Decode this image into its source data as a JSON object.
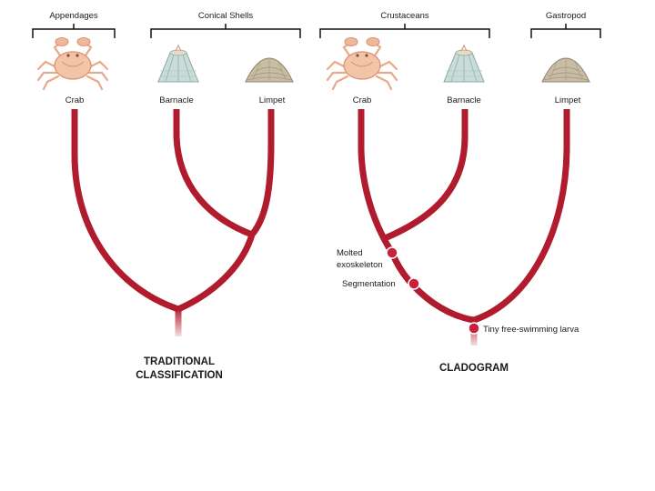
{
  "left_tree": {
    "groups": {
      "appendages": "Appendages",
      "conical_shells": "Conical Shells"
    },
    "taxa": {
      "crab": "Crab",
      "barnacle": "Barnacle",
      "limpet": "Limpet"
    },
    "title_line1": "TRADITIONAL",
    "title_line2": "CLASSIFICATION"
  },
  "right_tree": {
    "groups": {
      "crustaceans": "Crustaceans",
      "gastropod": "Gastropod"
    },
    "taxa": {
      "crab": "Crab",
      "barnacle": "Barnacle",
      "limpet": "Limpet"
    },
    "traits": {
      "molted_line1": "Molted",
      "molted_line2": "exoskeleton",
      "segmentation": "Segmentation",
      "larva": "Tiny free-swimming larva"
    },
    "title": "CLADOGRAM"
  },
  "colors": {
    "branch": "#b01c2e",
    "trait_dot": "#c8213a",
    "crab_shell": "#f2c4a8",
    "barnacle_shell": "#c9dcd8",
    "limpet_shell": "#c8bca3"
  }
}
